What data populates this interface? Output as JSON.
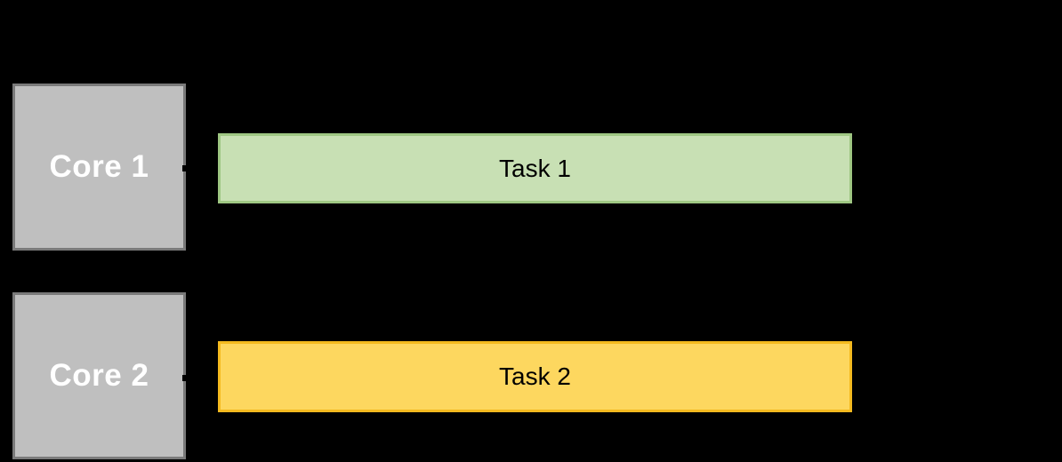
{
  "canvas": {
    "background": "#000000"
  },
  "cores": [
    {
      "label": "Core 1",
      "fill": "#bfbfbf",
      "border": "#7a7a7a",
      "text_color": "#ffffff"
    },
    {
      "label": "Core 2",
      "fill": "#bfbfbf",
      "border": "#7a7a7a",
      "text_color": "#ffffff"
    }
  ],
  "tasks": [
    {
      "label": "Task 1",
      "fill": "#c8e0b4",
      "border": "#9fc783",
      "text_color": "#000000"
    },
    {
      "label": "Task 2",
      "fill": "#fdd75f",
      "border": "#f4ba1f",
      "text_color": "#000000"
    }
  ]
}
